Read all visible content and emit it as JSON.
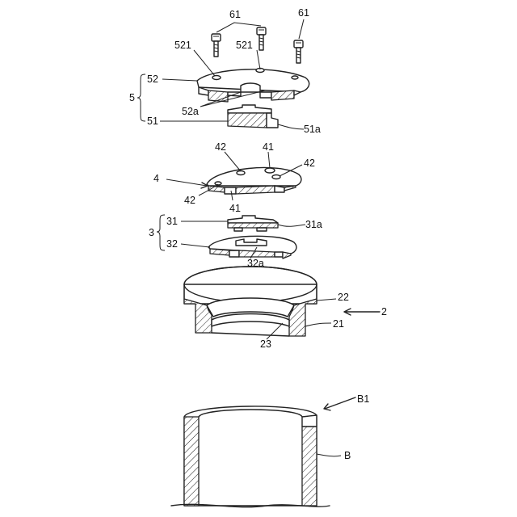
{
  "labels": {
    "screw_a": "61",
    "screw_b": "61",
    "hole_a": "521",
    "hole_b": "521",
    "assembly_5": "5",
    "plate_52": "52",
    "notch_52a": "52a",
    "block_51": "51",
    "block_51a": "51a",
    "disk_4": "4",
    "hole_42_top": "42",
    "hole_42_right": "42",
    "hole_42_left": "42",
    "hole_41_top": "41",
    "hole_41_bottom": "41",
    "assembly_3": "3",
    "plate_31": "31",
    "plate_31a": "31a",
    "plate_32": "32",
    "plate_32a": "32a",
    "ring_22": "22",
    "housing_2": "2",
    "ring_21": "21",
    "ring_23": "23",
    "container_B1": "B1",
    "container_B": "B"
  }
}
